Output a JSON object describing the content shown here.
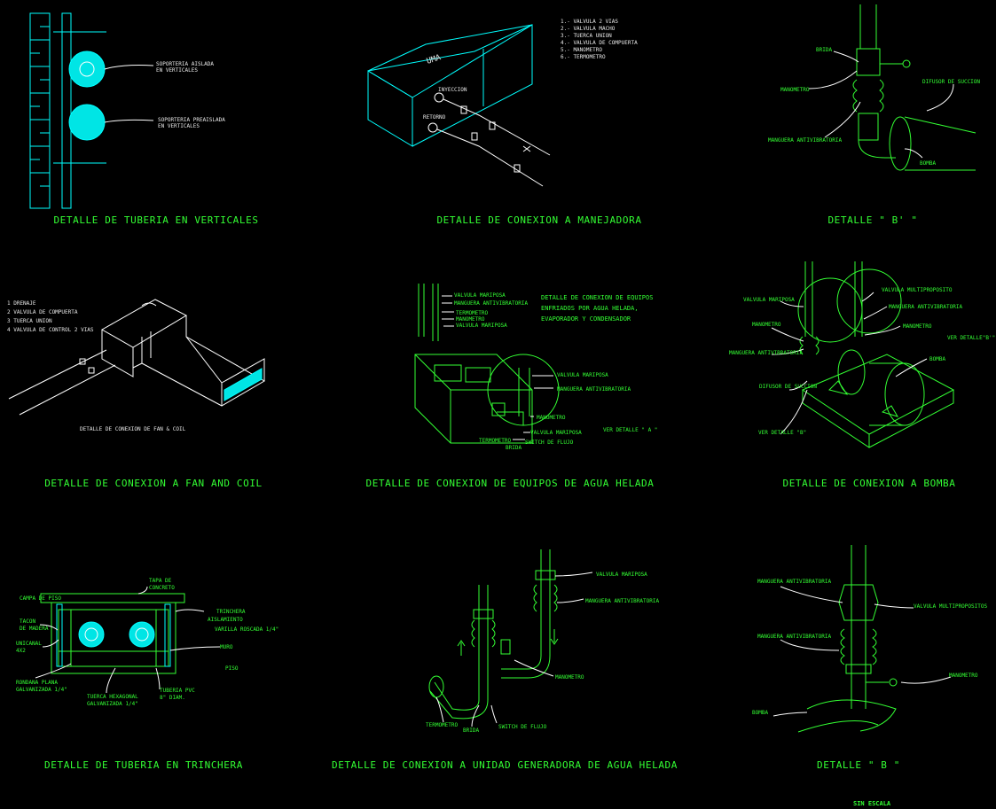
{
  "captions": {
    "c1": "DETALLE DE TUBERIA EN VERTICALES",
    "c2": "DETALLE DE CONEXION A MANEJADORA",
    "c3": "DETALLE \" B' \"",
    "c4": "DETALLE DE CONEXION A FAN AND COIL",
    "c5": "DETALLE DE CONEXION DE EQUIPOS DE AGUA HELADA",
    "c6": "DETALLE DE CONEXION A BOMBA",
    "c7": "DETALLE DE TUBERIA EN TRINCHERA",
    "c8": "DETALLE DE CONEXION A UNIDAD GENERADORA DE AGUA HELADA",
    "c9": "DETALLE \" B \"",
    "scale": "SIN ESCALA"
  },
  "verticales": {
    "l1a": "SOPORTERIA AISLADA",
    "l1b": "EN VERTICALES",
    "l2a": "SOPORTERIA PREAISLADA",
    "l2b": "EN VERTICALES"
  },
  "manejadora": {
    "uma": "UMA",
    "inyeccion": "INYECCION",
    "retorno": "RETORNO",
    "legend": [
      "1.- VALVULA 2 VIAS",
      "2.- VALVULA MACHO",
      "3.- TUERCA UNION",
      "4.- VALVULA DE COMPUERTA",
      "5.- MANOMETRO",
      "6.- TERMOMETRO"
    ]
  },
  "detalle_b_prime": {
    "brida": "BRIDA",
    "manometro": "MANOMETRO",
    "difusor": "DIFUSOR DE SUCCION",
    "manguera": "MANGUERA ANTIVIBRATORIA",
    "bomba": "BOMBA"
  },
  "fancoil": {
    "legend": [
      "1 DRENAJE",
      "2 VALVULA DE COMPUERTA",
      "3 TUERCA UNION",
      "4 VALVULA DE CONTROL 2 VIAS"
    ],
    "sub": "DETALLE DE CONEXION DE FAN & COIL"
  },
  "agua_helada": {
    "v1": "VALVULA MARIPOSA",
    "m1": "MANGUERA ANTIVIBRATORIA",
    "t1": "TERMOMETRO",
    "n1": "MANOMETRO",
    "v2": "VALVULA MARIPOSA",
    "note1": "DETALLE DE CONEXION DE EQUIPOS",
    "note2": "ENFRIADOS POR AGUA HELADA,",
    "note3": "EVAPORADOR Y CONDENSADOR",
    "v3": "VALVULA MARIPOSA",
    "m2": "MANGUERA ANTIVIBRATORIA",
    "n2": "MANOMETRO",
    "ver": "VER DETALLE \" A \"",
    "v4": "VALVULA MARIPOSA",
    "t2": "TERMOMETRO",
    "sw": "SWITCH DE FLUJO",
    "br": "BRIDA"
  },
  "bomba": {
    "vm": "VALVULA MARIPOSA",
    "vmp": "VALVULA MULTIPROPOSITO",
    "man1": "MANOMETRO",
    "ma1": "MANGUERA ANTIVIBRATORIA",
    "man2": "MANOMETRO",
    "ma2": "MANGUERA ANTIVIBRATORIA",
    "vd1": "VER DETALLE\"B'\"",
    "bomba": "BOMBA",
    "difusor": "DIFUSOR DE SUCCION",
    "vd2": "VER DETALLE \"B\""
  },
  "trinchera": {
    "tapa1": "TAPA DE",
    "tapa2": "CONCRETO",
    "cama": "CAMPA DE PISO",
    "trinchera": "TRINCHERA",
    "aisl": "AISLAMIENTO",
    "var": "VARILLA ROSCADA 1/4\"",
    "tac1": "TACON",
    "tac2": "DE MADERA",
    "uni1": "UNICANAL",
    "uni2": "4X2",
    "muro": "MURO",
    "piso": "PISO",
    "ron1": "RONDANA PLANA",
    "ron2": "GALVANIZADA 1/4\"",
    "tue1": "TUERCA HEXAGONAL",
    "tue2": "GALVANIZADA 1/4\"",
    "tub1": "TUBERIA PVC",
    "tub2": "8\" DIAM."
  },
  "generadora": {
    "vm": "VALVULA MARIPOSA",
    "ma": "MANGUERA ANTIVIBRATORIA",
    "man": "MANOMETRO",
    "term": "TERMOMETRO",
    "brida": "BRIDA",
    "sw": "SWITCH DE FLUJO"
  },
  "detalle_b": {
    "ma1": "MANGUERA ANTIVIBRATORIA",
    "vmp": "VALVULA MULTIPROPOSITOS",
    "ma2": "MANGUERA ANTIVIBRATORIA",
    "man": "MANOMETRO",
    "bomba": "BOMBA"
  },
  "colors": {
    "background": "#000000",
    "linework": "#33ff33",
    "cyan": "#00ffff",
    "white": "#ffffff"
  }
}
